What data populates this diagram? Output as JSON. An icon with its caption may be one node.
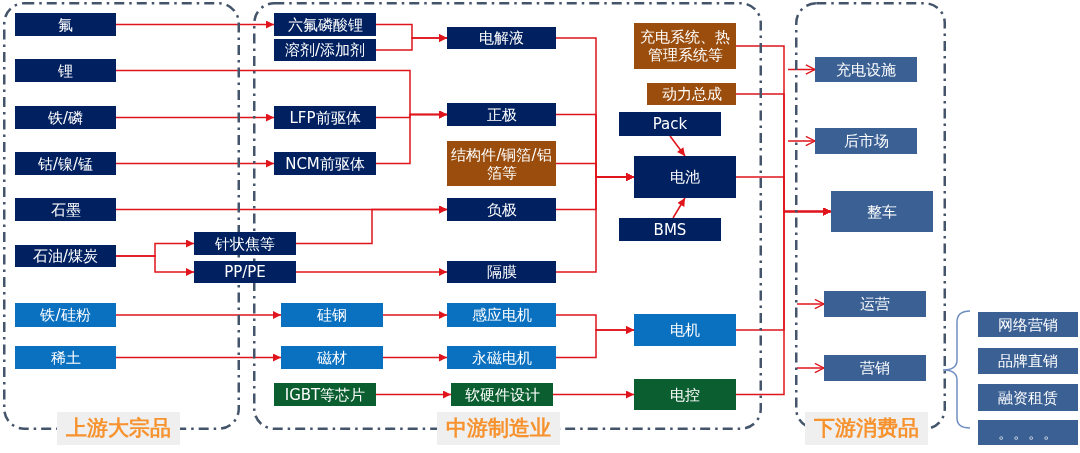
{
  "diagram": {
    "nodes": [
      {
        "text": [
          "上游大宗品"
        ]
      },
      {
        "text": [
          "氟"
        ],
        "in": 0
      },
      {
        "text": [
          "锂"
        ],
        "in": 0
      },
      {
        "text": [
          "铁/磷"
        ],
        "in": 0
      },
      {
        "text": [
          "钴/镍/锰"
        ],
        "in": 0
      },
      {
        "text": [
          "石墨"
        ],
        "in": 0
      },
      {
        "text": [
          "石油/煤炭"
        ],
        "in": 0
      },
      {
        "text": [
          "铁/硅粉"
        ],
        "in": 0
      },
      {
        "text": [
          "稀土"
        ],
        "in": 0
      },
      {
        "text": [
          "中游制造业"
        ]
      },
      {
        "text": [
          "六氟磷酸锂"
        ],
        "in": 9
      },
      {
        "text": [
          "溶剂/添加剂"
        ],
        "in": 9
      },
      {
        "text": [
          "LFP前驱体"
        ],
        "in": 9
      },
      {
        "text": [
          "NCM前驱体"
        ],
        "in": 9
      },
      {
        "text": [
          "针状焦等"
        ]
      },
      {
        "text": [
          "PP/PE"
        ]
      },
      {
        "text": [
          "硅钢"
        ],
        "in": 9
      },
      {
        "text": [
          "磁材"
        ],
        "in": 9
      },
      {
        "text": [
          "IGBT等芯片"
        ],
        "in": 9
      },
      {
        "text": [
          "电解液"
        ],
        "in": 9
      },
      {
        "text": [
          "正极"
        ],
        "in": 9
      },
      {
        "text": [
          "结构件/铜箔/铝箔等"
        ],
        "in": 9
      },
      {
        "text": [
          "负极"
        ],
        "in": 9
      },
      {
        "text": [
          "隔膜"
        ],
        "in": 9
      },
      {
        "text": [
          "感应电机"
        ],
        "in": 9
      },
      {
        "text": [
          "永磁电机"
        ],
        "in": 9
      },
      {
        "text": [
          "软硬件设计"
        ],
        "in": 9
      },
      {
        "text": [
          "充电系统、热管理系统等"
        ],
        "in": 9
      },
      {
        "text": [
          "动力总成"
        ],
        "in": 9
      },
      {
        "text": [
          "Pack"
        ],
        "in": 9
      },
      {
        "text": [
          "电池"
        ],
        "in": 9
      },
      {
        "text": [
          "BMS"
        ],
        "in": 9
      },
      {
        "text": [
          "电机"
        ],
        "in": 9
      },
      {
        "text": [
          "电控"
        ],
        "in": 9
      },
      {
        "text": [
          "下游消费品"
        ]
      },
      {
        "text": [
          "充电设施"
        ],
        "in": 34
      },
      {
        "text": [
          "后市场"
        ],
        "in": 34
      },
      {
        "text": [
          "整车"
        ],
        "in": 34
      },
      {
        "text": [
          "运营"
        ],
        "in": 34
      },
      {
        "text": [
          "营销"
        ],
        "in": 34
      },
      {
        "text": [
          "网络营销"
        ]
      },
      {
        "text": [
          "品牌直销"
        ]
      },
      {
        "text": [
          "融资租赁"
        ]
      },
      {
        "text": [
          "。。。。"
        ]
      }
    ],
    "edges": [
      {
        "from": 1,
        "to": 10,
        "arrow": "to"
      },
      {
        "from": 10,
        "to": 19,
        "arrow": "to"
      },
      {
        "from": 11,
        "to": 19,
        "arrow": "to"
      },
      {
        "from": 2,
        "to": 20,
        "arrow": "to"
      },
      {
        "from": 3,
        "to": 12,
        "arrow": "to"
      },
      {
        "from": 12,
        "to": 20,
        "arrow": "to"
      },
      {
        "from": 4,
        "to": 13,
        "arrow": "to"
      },
      {
        "from": 13,
        "to": 20,
        "arrow": "to"
      },
      {
        "from": 5,
        "to": 22,
        "arrow": "to"
      },
      {
        "from": 6,
        "to": 14,
        "arrow": "to"
      },
      {
        "from": 6,
        "to": 15,
        "arrow": "to"
      },
      {
        "from": 14,
        "to": 22,
        "arrow": "to"
      },
      {
        "from": 15,
        "to": 23,
        "arrow": "to"
      },
      {
        "from": 19,
        "to": 30,
        "arrow": "to"
      },
      {
        "from": 20,
        "to": 30,
        "arrow": "to"
      },
      {
        "from": 21,
        "to": 30,
        "arrow": "to"
      },
      {
        "from": 22,
        "to": 30,
        "arrow": "to"
      },
      {
        "from": 23,
        "to": 30,
        "arrow": "to"
      },
      {
        "from": 29,
        "to": 30,
        "arrow": "to"
      },
      {
        "from": 31,
        "to": 30,
        "arrow": "to"
      },
      {
        "from": 7,
        "to": 16,
        "arrow": "to"
      },
      {
        "from": 8,
        "to": 17,
        "arrow": "to"
      },
      {
        "from": 16,
        "to": 24,
        "arrow": "to"
      },
      {
        "from": 17,
        "to": 25,
        "arrow": "to"
      },
      {
        "from": 24,
        "to": 32,
        "arrow": "to"
      },
      {
        "from": 25,
        "to": 32,
        "arrow": "to"
      },
      {
        "from": 18,
        "to": 26,
        "arrow": "to"
      },
      {
        "from": 26,
        "to": 33,
        "arrow": "to"
      },
      {
        "from": 27,
        "to": 37,
        "arrow": "to"
      },
      {
        "from": 28,
        "to": 37,
        "arrow": "to"
      },
      {
        "from": 30,
        "to": 37,
        "arrow": "to"
      },
      {
        "from": 32,
        "to": 37,
        "arrow": "to"
      },
      {
        "from": 33,
        "to": 37,
        "arrow": "to"
      },
      {
        "from": null,
        "to": 35,
        "arrow": "to"
      },
      {
        "from": null,
        "to": 36,
        "arrow": "to"
      },
      {
        "from": null,
        "to": 38,
        "arrow": "to"
      },
      {
        "from": null,
        "to": 39,
        "arrow": "to"
      }
    ]
  }
}
